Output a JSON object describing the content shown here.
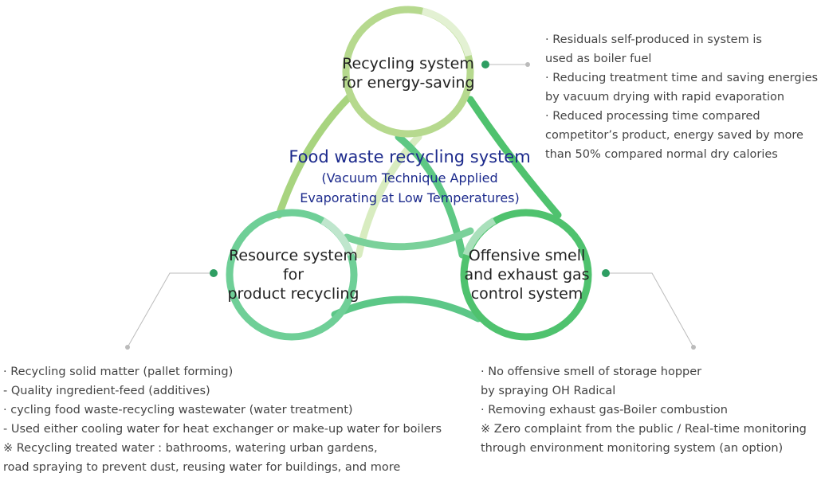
{
  "center": {
    "title": "Food waste recycling system",
    "subtitle_lines": [
      "(Vacuum Technique Applied",
      "Evaporating at Low Temperatures)"
    ]
  },
  "circles": {
    "top": {
      "lines": [
        "Recycling system",
        "for energy-saving"
      ]
    },
    "left": {
      "lines": [
        "Resource system",
        "for",
        "product recycling"
      ]
    },
    "right": {
      "lines": [
        "Offensive smell",
        "and exhaust gas",
        "control system"
      ]
    }
  },
  "descriptions": {
    "energy": [
      "· Residuals self-produced in system is",
      "   used as boiler fuel",
      "· Reducing treatment time and saving energies",
      "   by vacuum drying with rapid evaporation",
      "· Reduced processing time compared",
      "   competitor’s product, energy saved by more",
      "   than 50% compared normal dry calories"
    ],
    "resource": [
      "· Recycling solid matter (pallet forming)",
      "  - Quality ingredient-feed (additives)",
      "· cycling food waste-recycling wastewater (water treatment)",
      "  - Used either cooling water for heat exchanger or make-up water for boilers",
      "※ Recycling treated water : bathrooms, watering urban gardens,",
      "    road spraying to prevent dust, reusing water for buildings, and more"
    ],
    "smell": [
      "· No offensive smell of storage hopper",
      "   by spraying OH Radical",
      "· Removing exhaust gas-Boiler combustion",
      "※ Zero complaint from the public / Real-time monitoring",
      "    through environment monitoring system (an option)"
    ]
  },
  "colors": {
    "top_circle": "#b6d98e",
    "left_circle": "#6fcf97",
    "right_circle": "#4fc26e",
    "connector_dot": "#2e9e62",
    "leader_line": "#bbbbbb",
    "center_text": "#1c2a8c"
  }
}
